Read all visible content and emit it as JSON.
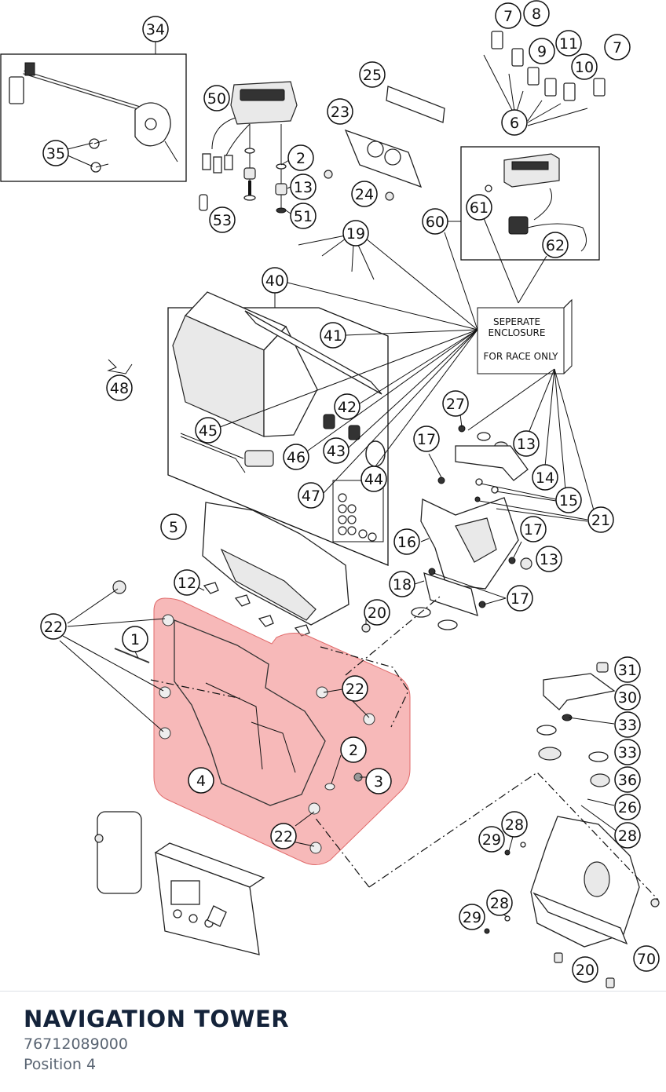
{
  "diagram": {
    "enclosure_text": [
      "SEPERATE",
      "ENCLOSURE",
      "FOR RACE ONLY"
    ],
    "highlight_color": "#f08080",
    "callouts": [
      "1",
      "2",
      "3",
      "4",
      "5",
      "6",
      "7",
      "8",
      "9",
      "10",
      "11",
      "12",
      "13",
      "14",
      "15",
      "16",
      "17",
      "18",
      "19",
      "20",
      "21",
      "22",
      "23",
      "24",
      "25",
      "26",
      "27",
      "28",
      "29",
      "30",
      "31",
      "33",
      "34",
      "35",
      "36",
      "40",
      "41",
      "42",
      "43",
      "44",
      "45",
      "46",
      "47",
      "48",
      "50",
      "51",
      "53",
      "60",
      "61",
      "62",
      "70"
    ]
  },
  "footer": {
    "title": "NAVIGATION TOWER",
    "part_number": "76712089000",
    "position": "Position 4"
  }
}
